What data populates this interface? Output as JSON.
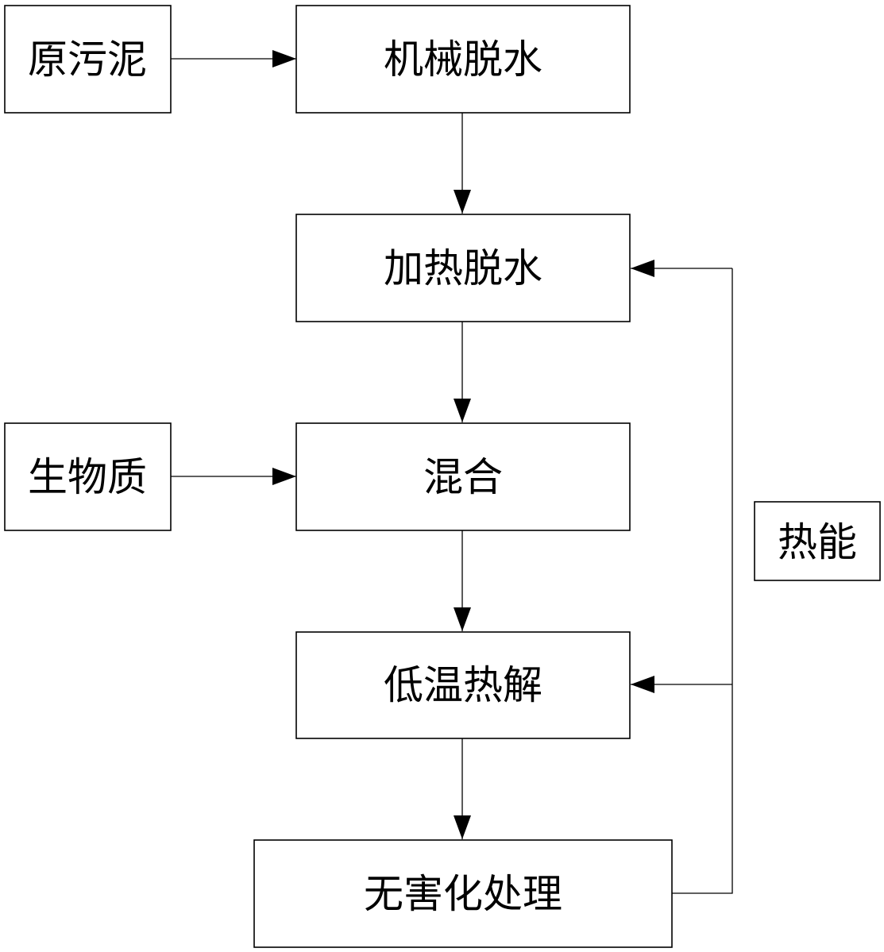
{
  "nodes": {
    "raw_sludge": "原污泥",
    "mechanical_dewatering": "机械脱水",
    "heat_dewatering": "加热脱水",
    "biomass": "生物质",
    "mixing": "混合",
    "low_temp_pyrolysis": "低温热解",
    "harmless_treatment": "无害化处理",
    "heat_energy": "热能"
  },
  "edges": [
    {
      "from": "raw_sludge",
      "to": "mechanical_dewatering"
    },
    {
      "from": "mechanical_dewatering",
      "to": "heat_dewatering"
    },
    {
      "from": "heat_dewatering",
      "to": "mixing"
    },
    {
      "from": "biomass",
      "to": "mixing"
    },
    {
      "from": "mixing",
      "to": "low_temp_pyrolysis"
    },
    {
      "from": "low_temp_pyrolysis",
      "to": "harmless_treatment"
    },
    {
      "from": "harmless_treatment",
      "to": "low_temp_pyrolysis",
      "label_node": "heat_energy"
    },
    {
      "from": "harmless_treatment",
      "to": "heat_dewatering",
      "label_node": "heat_energy"
    }
  ]
}
